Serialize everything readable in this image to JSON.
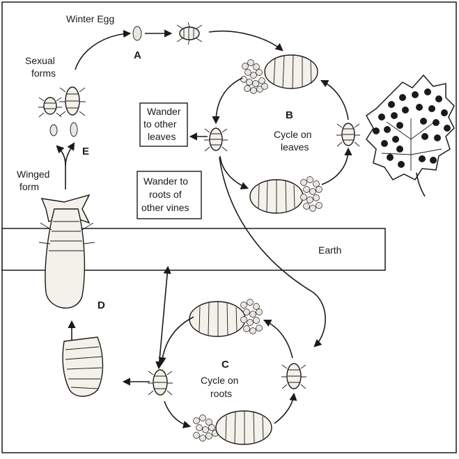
{
  "labels": {
    "winter_egg": "Winter Egg",
    "sexual_forms_1": "Sexual",
    "sexual_forms_2": "forms",
    "winged_form_1": "Winged",
    "winged_form_2": "form",
    "earth": "Earth",
    "stage_a": "A",
    "stage_b": "B",
    "stage_c": "C",
    "stage_d": "D",
    "stage_e": "E",
    "cycle_leaves_1": "Cycle on",
    "cycle_leaves_2": "leaves",
    "cycle_roots_1": "Cycle on",
    "cycle_roots_2": "roots"
  },
  "boxes": {
    "wander_leaves_1": "Wander",
    "wander_leaves_2": "to other",
    "wander_leaves_3": "leaves",
    "wander_roots_1": "Wander to",
    "wander_roots_2": "roots of",
    "wander_roots_3": "other vines"
  },
  "colors": {
    "ink": "#1a1a1a",
    "background": "#ffffff",
    "insect_fill": "#f4f1ea"
  }
}
